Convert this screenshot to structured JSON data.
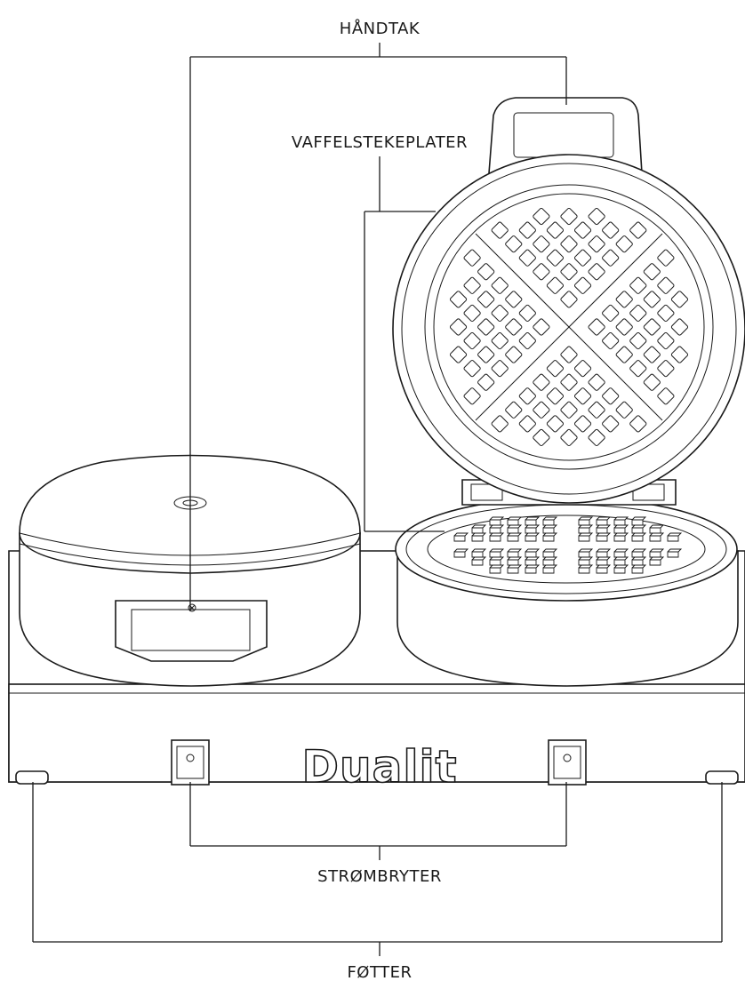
{
  "labels": {
    "handles": "HÅNDTAK",
    "plates": "VAFFELSTEKEPLATER",
    "power_switch": "STRØMBRYTER",
    "feet": "FØTTER"
  },
  "brand": {
    "logo_text": "Dualit"
  },
  "colors": {
    "line": "#1a1a1a",
    "background": "#ffffff"
  }
}
